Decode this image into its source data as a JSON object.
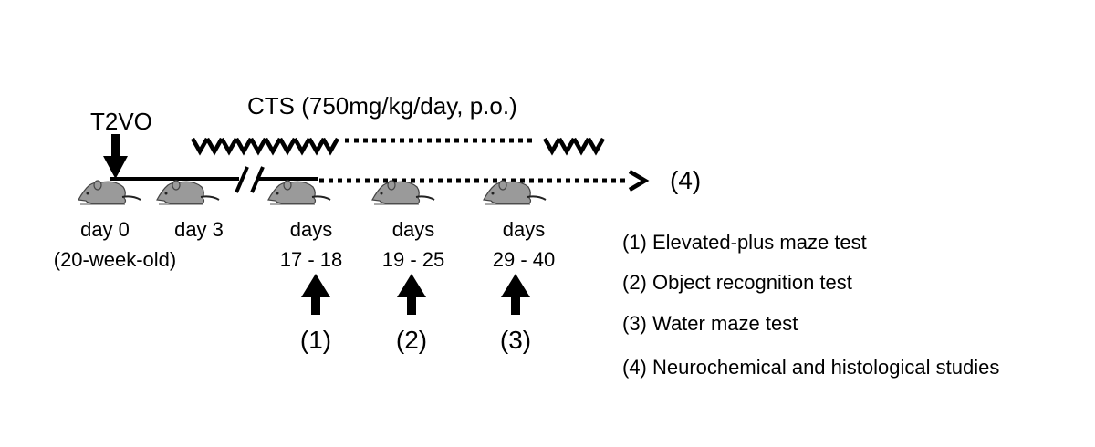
{
  "treatment_label": "CTS (750mg/kg/day, p.o.)",
  "surgery_label": "T2VO",
  "end_marker": "(4)",
  "timepoints": [
    {
      "top": "day 0",
      "bottom": "(20-week-old)"
    },
    {
      "top": "day 3",
      "bottom": ""
    },
    {
      "top": "days",
      "bottom": "17 - 18"
    },
    {
      "top": "days",
      "bottom": "19 - 25"
    },
    {
      "top": "days",
      "bottom": "29 - 40"
    }
  ],
  "test_markers": [
    "(1)",
    "(2)",
    "(3)"
  ],
  "legend": [
    "(1) Elevated-plus maze test",
    "(2) Object recognition test",
    "(3) Water maze test",
    "(4) Neurochemical and histological studies"
  ],
  "icons": {
    "mouse": "mouse-icon",
    "dose": "down-chevron-arrow-icon",
    "test": "up-arrow-icon",
    "surgery": "down-arrow-icon"
  },
  "colors": {
    "ink": "#000000",
    "mouse_fill": "#9a9a9a"
  }
}
